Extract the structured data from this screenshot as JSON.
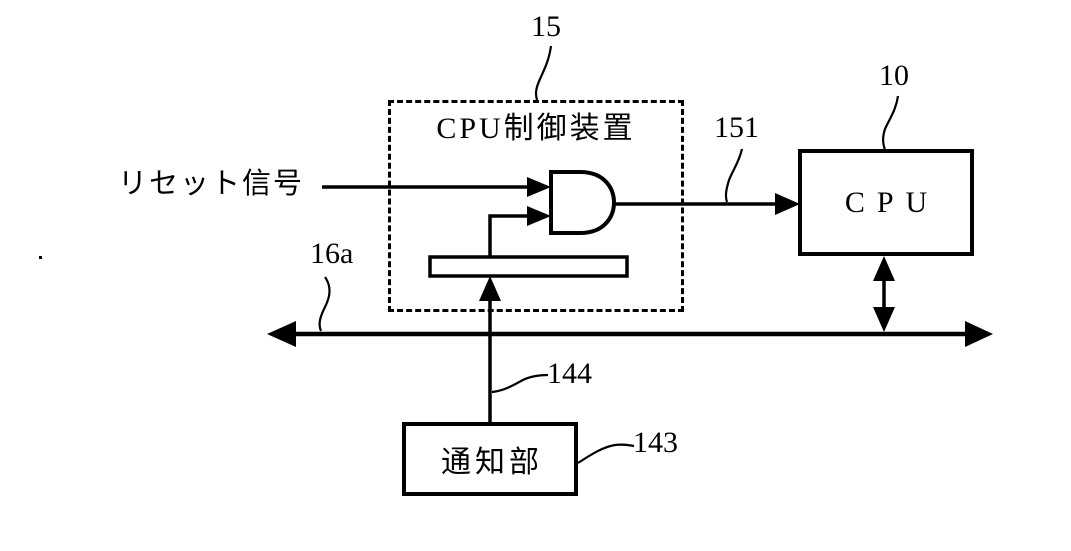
{
  "figure": {
    "background_color": "#ffffff",
    "line_color": "#000000",
    "blocks": {
      "cpu_control_unit": {
        "label": "CPU制御装置",
        "ref": "15"
      },
      "cpu": {
        "label": "CPU",
        "ref": "10"
      },
      "notification_unit": {
        "label": "通知部",
        "ref": "143"
      }
    },
    "signals": {
      "reset_signal_label": "リセット信号",
      "gate_output_ref": "151",
      "bus_ref": "16a",
      "notification_line_ref": "144"
    },
    "icons": {
      "and_gate": "and-gate-icon",
      "bus": "bidirectional-bus-arrow"
    }
  }
}
